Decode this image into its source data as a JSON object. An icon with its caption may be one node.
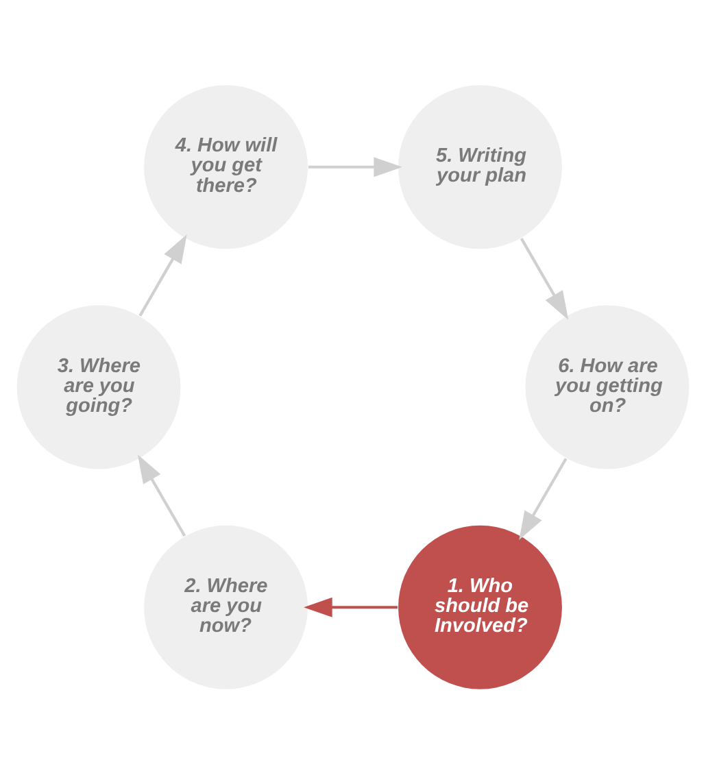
{
  "diagram": {
    "nodes": [
      {
        "text": [
          "1. Who should be Involved?"
        ]
      },
      {
        "text": [
          "2. Where are you now?"
        ]
      },
      {
        "text": [
          "3. Where are you going?"
        ]
      },
      {
        "text": [
          "4. How will you get there?"
        ]
      },
      {
        "text": [
          "5. Writing your plan"
        ]
      },
      {
        "text": [
          "6. How are you getting on?"
        ]
      }
    ],
    "edges": [
      {
        "from": 0,
        "to": 1,
        "arrow": "to",
        "color": "#c0504d"
      },
      {
        "from": 1,
        "to": 2,
        "arrow": "to"
      },
      {
        "from": 2,
        "to": 3,
        "arrow": "to"
      },
      {
        "from": 3,
        "to": 4,
        "arrow": "to"
      },
      {
        "from": 4,
        "to": 5,
        "arrow": "to"
      },
      {
        "from": 5,
        "to": 0,
        "arrow": "to"
      }
    ]
  }
}
